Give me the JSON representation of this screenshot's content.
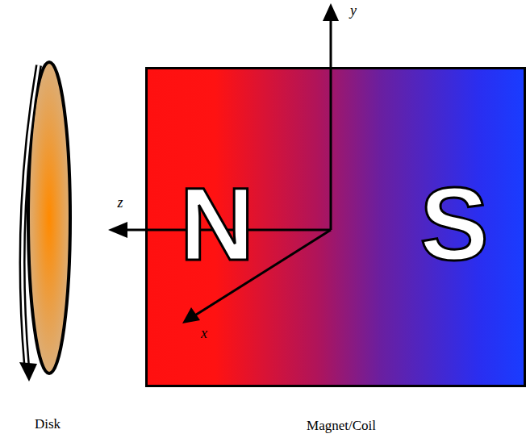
{
  "diagram": {
    "nodes": [
      {
        "text": [
          "Disk"
        ]
      },
      {
        "text": [
          "N",
          "S",
          "Magnet/Coil"
        ]
      }
    ],
    "labels": [
      "y",
      "z",
      "x"
    ]
  }
}
